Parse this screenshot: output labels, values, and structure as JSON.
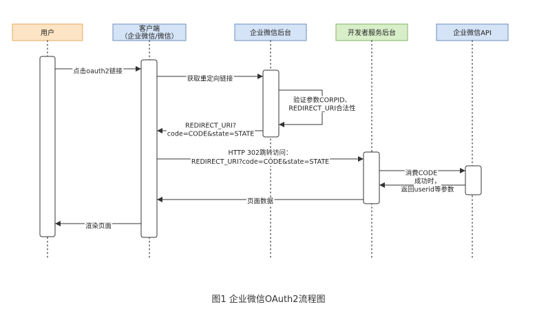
{
  "participants": [
    {
      "id": "user",
      "label": "用户",
      "fill": "#fce4c4",
      "stroke": "#e8a862"
    },
    {
      "id": "client",
      "label": "客户端",
      "sublabel": "（企业微信/微信）",
      "fill": "#d4e3f6",
      "stroke": "#6c8ebf"
    },
    {
      "id": "wecom_backend",
      "label": "企业微信后台",
      "fill": "#d4e3f6",
      "stroke": "#6c8ebf"
    },
    {
      "id": "dev_backend",
      "label": "开发者服务后台",
      "fill": "#d8eec8",
      "stroke": "#82b366"
    },
    {
      "id": "wecom_api",
      "label": "企业微信API",
      "fill": "#d4e3f6",
      "stroke": "#6c8ebf"
    }
  ],
  "messages": [
    {
      "lines": [
        "点击oauth2链接"
      ]
    },
    {
      "lines": [
        "获取重定向链接"
      ]
    },
    {
      "lines": [
        "验证参数CORPID、",
        "REDIRECT_URI合法性"
      ]
    },
    {
      "lines": [
        "REDIRECT_URI?",
        "code=CODE&state=STATE"
      ]
    },
    {
      "lines": [
        "HTTP 302跳转访问：",
        "REDIRECT_URI?code=CODE&state=STATE"
      ]
    },
    {
      "lines": [
        "消费CODE"
      ]
    },
    {
      "lines": [
        "成功时，",
        "返回userid等参数"
      ]
    },
    {
      "lines": [
        "页面数据"
      ]
    },
    {
      "lines": [
        "渲染页面"
      ]
    }
  ],
  "caption": "图1 企业微信OAuth2流程图",
  "colors": {
    "line": "#333333",
    "text": "#222222",
    "activation_fill": "#ffffff"
  }
}
